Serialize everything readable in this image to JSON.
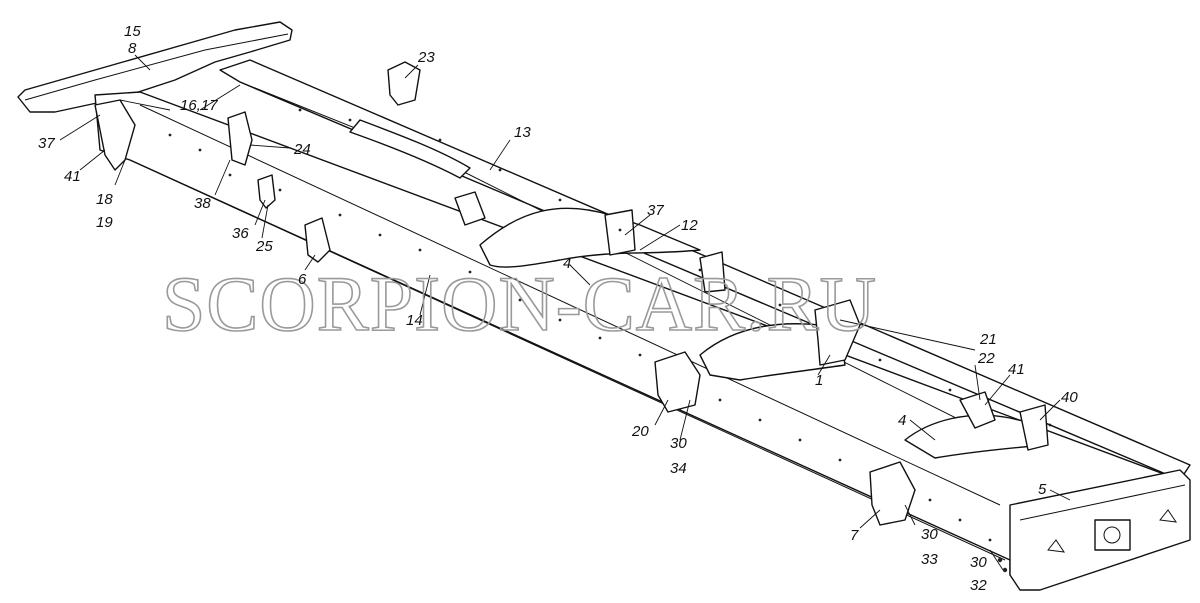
{
  "watermark": "SCORPION-CAR.RU",
  "callouts": [
    {
      "id": "c15",
      "text": "15"
    },
    {
      "id": "c8",
      "text": "8"
    },
    {
      "id": "c23",
      "text": "23"
    },
    {
      "id": "c16-17",
      "text": "16,17"
    },
    {
      "id": "c37a",
      "text": "37"
    },
    {
      "id": "c41a",
      "text": "41"
    },
    {
      "id": "c18",
      "text": "18"
    },
    {
      "id": "c19",
      "text": "19"
    },
    {
      "id": "c24",
      "text": "24"
    },
    {
      "id": "c13",
      "text": "13"
    },
    {
      "id": "c38",
      "text": "38"
    },
    {
      "id": "c36",
      "text": "36"
    },
    {
      "id": "c25",
      "text": "25"
    },
    {
      "id": "c6",
      "text": "6"
    },
    {
      "id": "c37b",
      "text": "37"
    },
    {
      "id": "c12",
      "text": "12"
    },
    {
      "id": "c4a",
      "text": "4"
    },
    {
      "id": "c14",
      "text": "14"
    },
    {
      "id": "c21",
      "text": "21"
    },
    {
      "id": "c22",
      "text": "22"
    },
    {
      "id": "c41b",
      "text": "41"
    },
    {
      "id": "c1",
      "text": "1"
    },
    {
      "id": "c40",
      "text": "40"
    },
    {
      "id": "c4b",
      "text": "4"
    },
    {
      "id": "c20",
      "text": "20"
    },
    {
      "id": "c30a",
      "text": "30"
    },
    {
      "id": "c34",
      "text": "34"
    },
    {
      "id": "c5",
      "text": "5"
    },
    {
      "id": "c7",
      "text": "7"
    },
    {
      "id": "c30b",
      "text": "30"
    },
    {
      "id": "c33",
      "text": "33"
    },
    {
      "id": "c30c",
      "text": "30"
    },
    {
      "id": "c32",
      "text": "32"
    }
  ]
}
